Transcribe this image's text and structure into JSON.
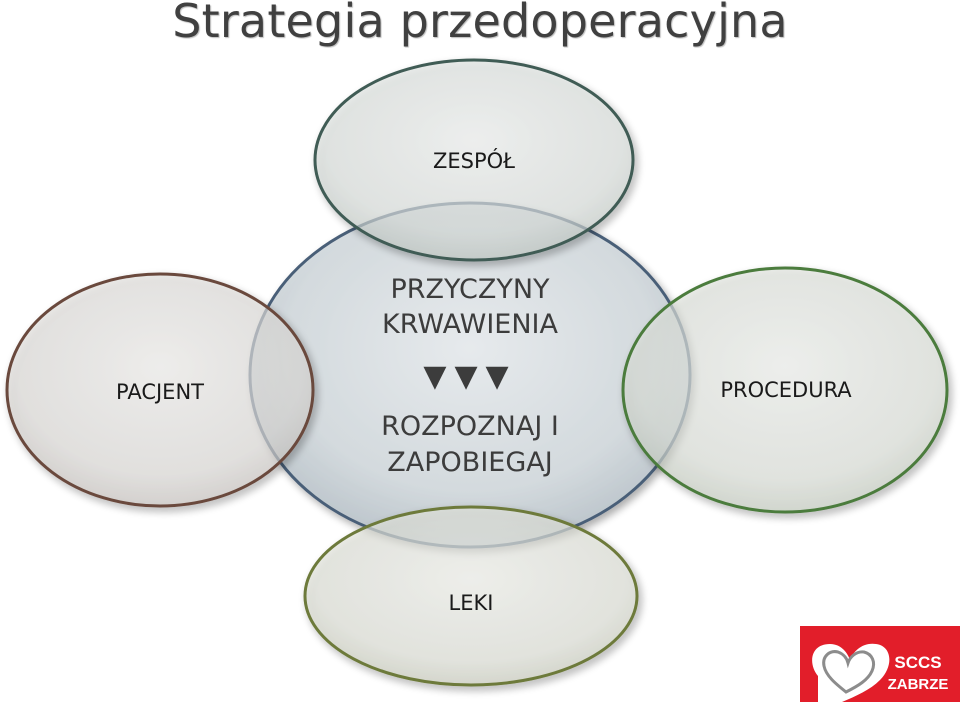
{
  "title": "Strategia przedoperacyjna",
  "center": {
    "line1": "PRZYCZYNY",
    "line2": "KRWAWIENIA",
    "arrows": "▼▼▼",
    "line3": "ROZPOZNAJ I",
    "line4": "ZAPOBIEGAJ"
  },
  "nodes": {
    "top": "ZESPÓŁ",
    "left": "PACJENT",
    "right": "PROCEDURA",
    "bottom": "LEKI"
  },
  "logo": {
    "line1": "SCCS",
    "line2": "ZABRZE"
  },
  "colors": {
    "center_stroke": "#4a5f78",
    "top_stroke": "#3f5b54",
    "left_stroke": "#6b4a3e",
    "right_stroke": "#4c7b3e",
    "bottom_stroke": "#6d7a3a",
    "logo_red": "#e21e2a"
  }
}
